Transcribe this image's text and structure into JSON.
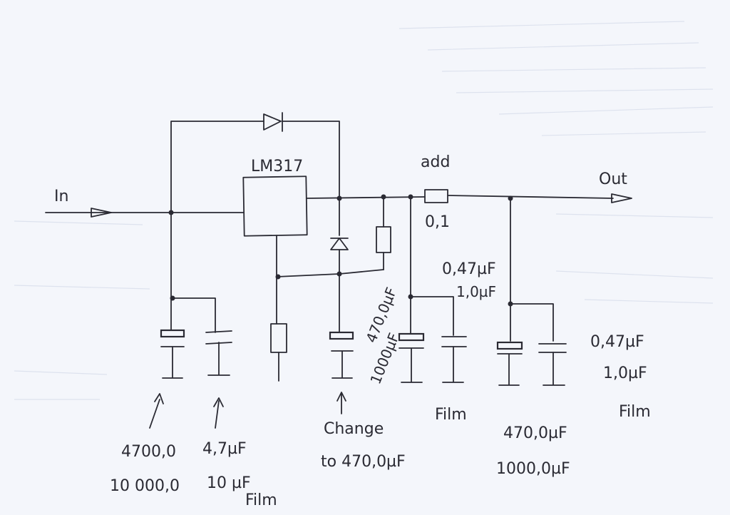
{
  "labels": {
    "in": "In",
    "out": "Out",
    "ic": "LM317",
    "add": "add",
    "add_resistor": "0,1",
    "c1_values": [
      "4700,0",
      "10 000,0"
    ],
    "c2_values": [
      "4,7µF",
      "10 µF"
    ],
    "c2_type": "Film",
    "adj_cap_values": [
      "Change",
      "to 470,0µF"
    ],
    "out_cap1_values": [
      "470,0µF",
      "1000µF"
    ],
    "out_film1_values": [
      "0,47µF",
      "1,0µF"
    ],
    "out_film1_type": "Film",
    "out_cap2_values": [
      "470,0µF",
      "1000,0µF"
    ],
    "out_film2_values": [
      "0,47µF",
      "1,0µF"
    ],
    "out_film2_type": "Film"
  },
  "colors": {
    "ink": "#2a2a33",
    "paper": "#f4f6fb"
  }
}
